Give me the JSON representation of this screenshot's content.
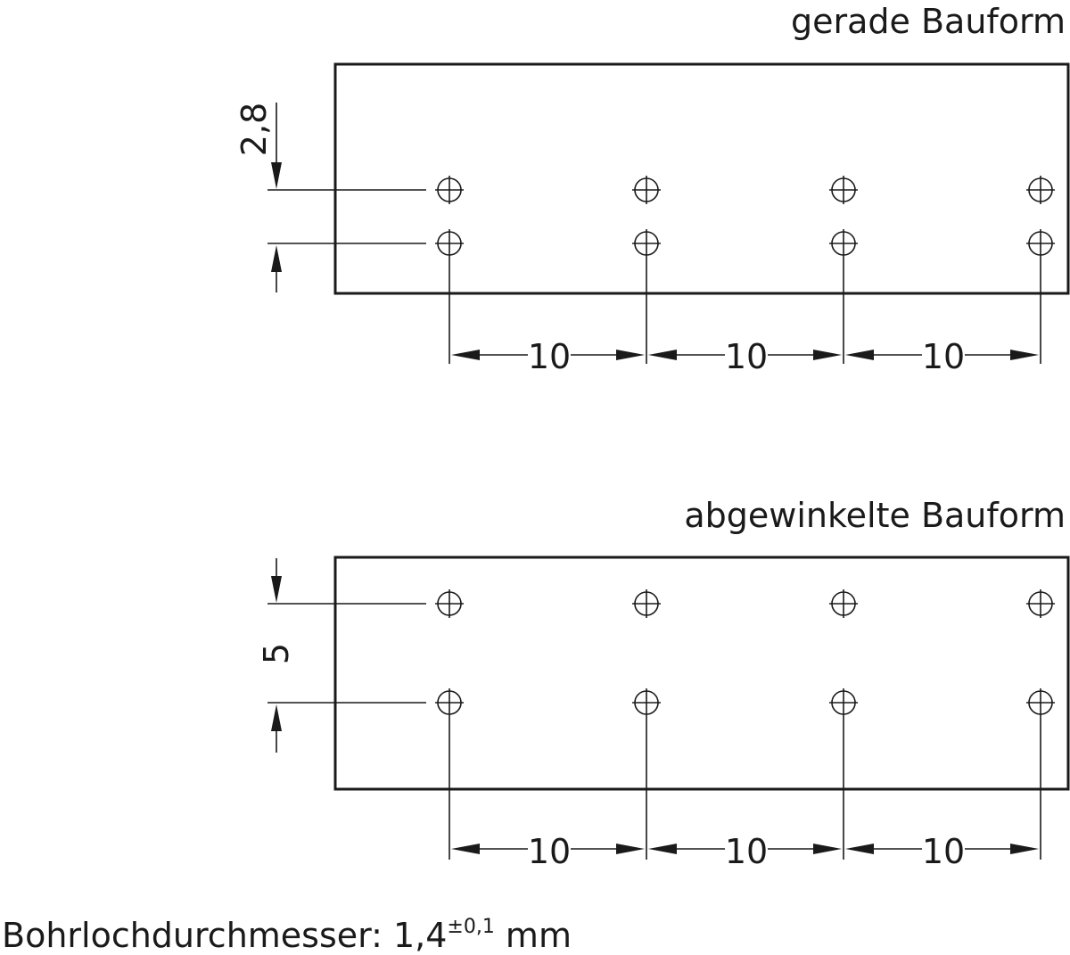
{
  "views": [
    {
      "title": "gerade Bauform",
      "row_pitch_label": "2,8",
      "col_pitch_labels": [
        "10",
        "10",
        "10"
      ]
    },
    {
      "title": "abgewinkelte Bauform",
      "row_pitch_label": "5",
      "col_pitch_labels": [
        "10",
        "10",
        "10"
      ]
    }
  ],
  "note": {
    "label": "Bohrlochdurchmesser: 1,4",
    "tolerance": "±0,1",
    "unit": " mm"
  }
}
